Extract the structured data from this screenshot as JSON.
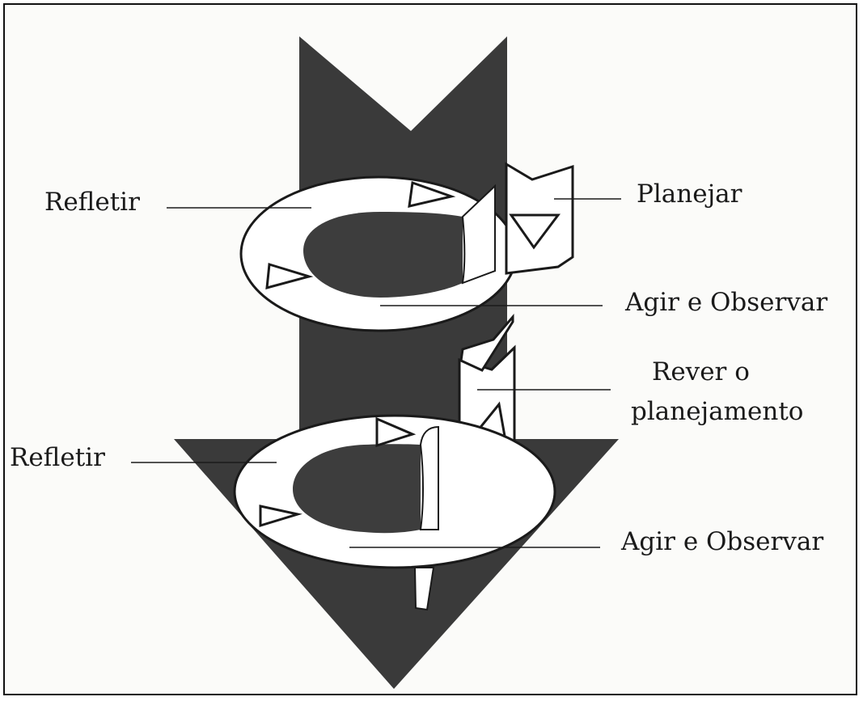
{
  "colors": {
    "arrow": "#3a3a3a",
    "hole": "#3d3d3d",
    "ring": "#ffffff",
    "outline": "#1a1a1a",
    "background": "#fbfbf9"
  },
  "labels": {
    "refletir_top": "Refletir",
    "planejar": "Planejar",
    "agir_observar_top": "Agir e Observar",
    "rever_line1": "Rever o",
    "rever_line2": "planejamento",
    "refletir_bottom": "Refletir",
    "agir_observar_bottom": "Agir e Observar"
  }
}
